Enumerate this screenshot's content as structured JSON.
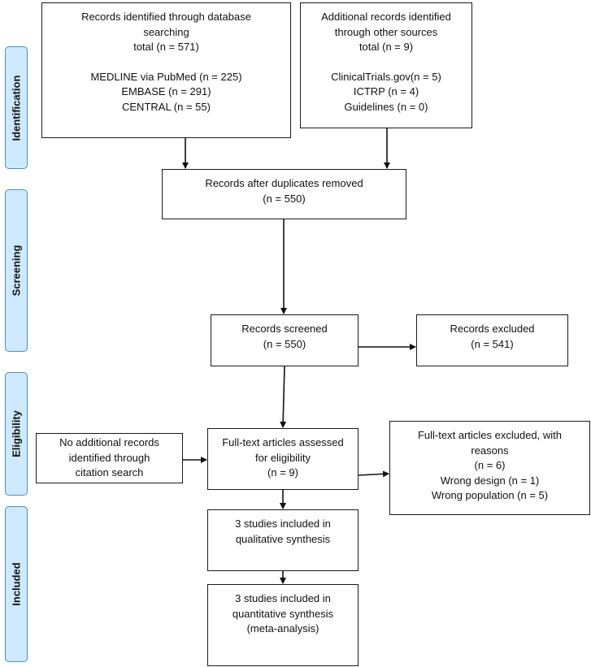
{
  "stages": [
    {
      "key": "identification",
      "label": "Identification"
    },
    {
      "key": "screening",
      "label": "Screening"
    },
    {
      "key": "eligibility",
      "label": "Eligibility"
    },
    {
      "key": "included",
      "label": "Included"
    }
  ],
  "boxes": {
    "database_records": {
      "lines": [
        "Records identified through database",
        "searching",
        "total (n = 571)"
      ],
      "lines2": [
        "MEDLINE via PubMed (n = 225)",
        "EMBASE (n = 291)",
        "CENTRAL (n = 55)"
      ]
    },
    "other_records": {
      "lines": [
        "Additional records identified",
        "through other sources",
        "total (n = 9)"
      ],
      "lines2": [
        "ClinicalTrials.gov(n = 5)",
        "ICTRP (n = 4)",
        "Guidelines (n = 0)"
      ]
    },
    "after_duplicates": {
      "lines": [
        "Records after duplicates removed",
        "(n = 550)"
      ]
    },
    "screened": {
      "lines": [
        "Records screened",
        "(n = 550)"
      ]
    },
    "excluded": {
      "lines": [
        "Records excluded",
        "(n = 541)"
      ]
    },
    "citation_search": {
      "lines": [
        "No additional records",
        "identified through",
        "citation search"
      ]
    },
    "fulltext_assessed": {
      "lines": [
        "Full-text articles assessed",
        "for eligibility",
        "(n = 9)"
      ]
    },
    "fulltext_excluded": {
      "lines": [
        "Full-text articles excluded, with",
        "reasons",
        "(n = 6)",
        "Wrong design (n = 1)",
        "Wrong population (n = 5)"
      ]
    },
    "qualitative": {
      "lines": [
        "3 studies included in",
        "qualitative synthesis"
      ]
    },
    "quantitative": {
      "lines": [
        "3 studies included in",
        "quantitative synthesis",
        "(meta-analysis)"
      ]
    }
  }
}
